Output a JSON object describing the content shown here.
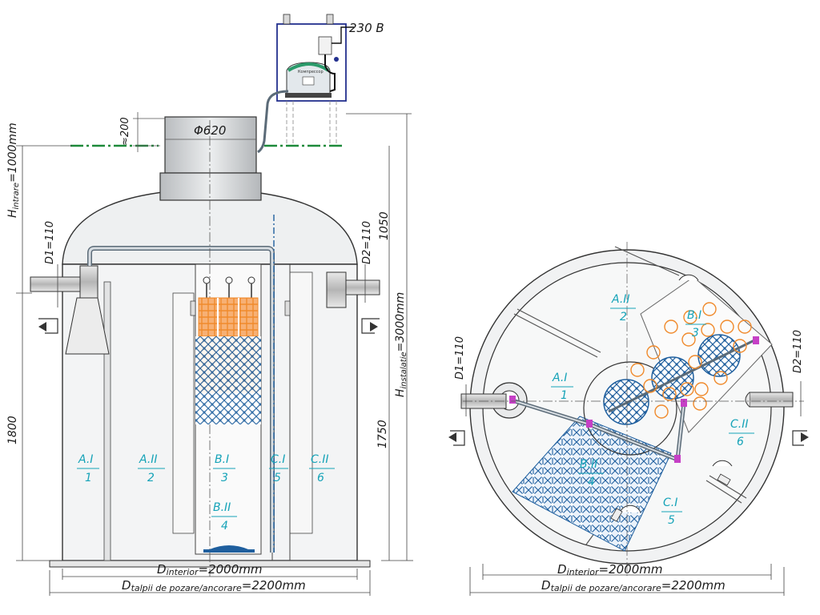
{
  "power": {
    "label": "230 В"
  },
  "compressor": {
    "brand": "Компрессор"
  },
  "front": {
    "lid_diameter": "Φ620",
    "lid_offset": "≈200",
    "inlet_height": "H",
    "inlet_height_sub": "intrare",
    "inlet_height_val": "=1000mm",
    "d1": "D1=110",
    "d2": "D2=110",
    "h_1050": "1050",
    "install_height": "H",
    "install_height_sub": "instalatie",
    "install_height_val": "=3000mm",
    "h_1800": "1800",
    "h_1750": "1750",
    "d_interior_main": "D",
    "d_interior_sub": "interior",
    "d_interior_val": "=2000mm",
    "d_base_main": "D",
    "d_base_sub": "talpii de pozare/ancorare",
    "d_base_val": "=2200mm",
    "compartments": [
      {
        "top": "A.I",
        "bottom": "1"
      },
      {
        "top": "A.II",
        "bottom": "2"
      },
      {
        "top": "B.I",
        "bottom": "3"
      },
      {
        "top": "B.II",
        "bottom": "4"
      },
      {
        "top": "C.I",
        "bottom": "5"
      },
      {
        "top": "C.II",
        "bottom": "6"
      }
    ]
  },
  "plan": {
    "d1": "D1=110",
    "d2": "D2=110",
    "compartments": [
      {
        "top": "A.II",
        "bottom": "2"
      },
      {
        "top": "B.I",
        "bottom": "3"
      },
      {
        "top": "A.I",
        "bottom": "1"
      },
      {
        "top": "C.II",
        "bottom": "6"
      },
      {
        "top": "B.II",
        "bottom": "4"
      },
      {
        "top": "C.I",
        "bottom": "5"
      }
    ],
    "d_interior_main": "D",
    "d_interior_sub": "interior",
    "d_interior_val": "=2000mm",
    "d_base_main": "D",
    "d_base_sub": "talpii de pozare/ancorare",
    "d_base_val": "=2200mm"
  },
  "colors": {
    "teal": "#16a3b8",
    "orange": "#f08a2c",
    "blue": "#1f5f9e",
    "pipe": "#5b6b78",
    "ground": "#1d8a3a"
  }
}
